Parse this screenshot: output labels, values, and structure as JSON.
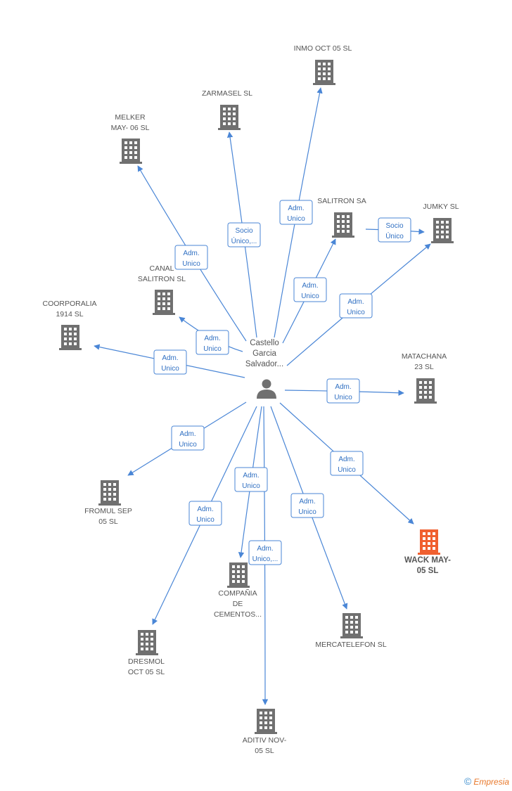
{
  "colors": {
    "edge": "#4a86d6",
    "company": "#707070",
    "highlight": "#f06030",
    "person": "#707070"
  },
  "center": {
    "label_lines": [
      "Castello",
      "Garcia",
      "Salvador..."
    ]
  },
  "nodes": [
    {
      "id": "inmo",
      "lines": [
        "INMO OCT 05 SL"
      ]
    },
    {
      "id": "zarmasel",
      "lines": [
        "ZARMASEL  SL"
      ]
    },
    {
      "id": "melker",
      "lines": [
        "MELKER",
        "MAY- 06 SL"
      ]
    },
    {
      "id": "salitronsa",
      "lines": [
        "SALITRON SA"
      ]
    },
    {
      "id": "jumky",
      "lines": [
        "JUMKY SL"
      ]
    },
    {
      "id": "canal",
      "lines": [
        "CANAL",
        "SALITRON SL"
      ]
    },
    {
      "id": "coorporalia",
      "lines": [
        "COORPORALIA",
        "1914 SL"
      ]
    },
    {
      "id": "matachana",
      "lines": [
        "MATACHANA",
        "23 SL"
      ]
    },
    {
      "id": "fromul",
      "lines": [
        "FROMUL SEP",
        "05 SL"
      ]
    },
    {
      "id": "wack",
      "lines": [
        "WACK MAY-",
        "05 SL"
      ],
      "highlight": true
    },
    {
      "id": "compania",
      "lines": [
        "COMPAÑIA",
        "DE",
        "CEMENTOS..."
      ]
    },
    {
      "id": "mercatelefon",
      "lines": [
        "MERCATELEFON SL"
      ]
    },
    {
      "id": "dresmol",
      "lines": [
        "DRESMOL",
        "OCT 05 SL"
      ]
    },
    {
      "id": "aditiv",
      "lines": [
        "ADITIV NOV-",
        "05 SL"
      ]
    }
  ],
  "relations": [
    {
      "to": "inmo",
      "lines": [
        "Adm.",
        "Unico"
      ]
    },
    {
      "to": "zarmasel",
      "lines": [
        "Socio",
        "Único,..."
      ]
    },
    {
      "to": "melker",
      "lines": [
        "Adm.",
        "Unico"
      ]
    },
    {
      "to": "salitronsa",
      "lines": [
        "Adm.",
        "Unico"
      ]
    },
    {
      "to": "jumky",
      "lines": [
        "Adm.",
        "Unico"
      ]
    },
    {
      "to": "canal",
      "lines": [
        "Adm.",
        "Unico"
      ]
    },
    {
      "to": "coorporalia",
      "lines": [
        "Adm.",
        "Unico"
      ]
    },
    {
      "to": "matachana",
      "lines": [
        "Adm.",
        "Unico"
      ]
    },
    {
      "to": "fromul",
      "lines": [
        "Adm.",
        "Unico"
      ]
    },
    {
      "to": "wack",
      "lines": [
        "Adm.",
        "Unico"
      ]
    },
    {
      "to": "compania",
      "lines": [
        "Adm.",
        "Unico"
      ]
    },
    {
      "to": "mercatelefon",
      "lines": [
        "Adm.",
        "Unico"
      ]
    },
    {
      "to": "dresmol",
      "lines": [
        "Adm.",
        "Unico"
      ]
    },
    {
      "to": "aditiv",
      "lines": [
        "Adm.",
        "Unico,..."
      ]
    },
    {
      "from": "salitronsa",
      "to": "jumky",
      "lines": [
        "Socio",
        "Único"
      ]
    }
  ],
  "footer": {
    "copyright": "©",
    "brand": "Empresia"
  }
}
